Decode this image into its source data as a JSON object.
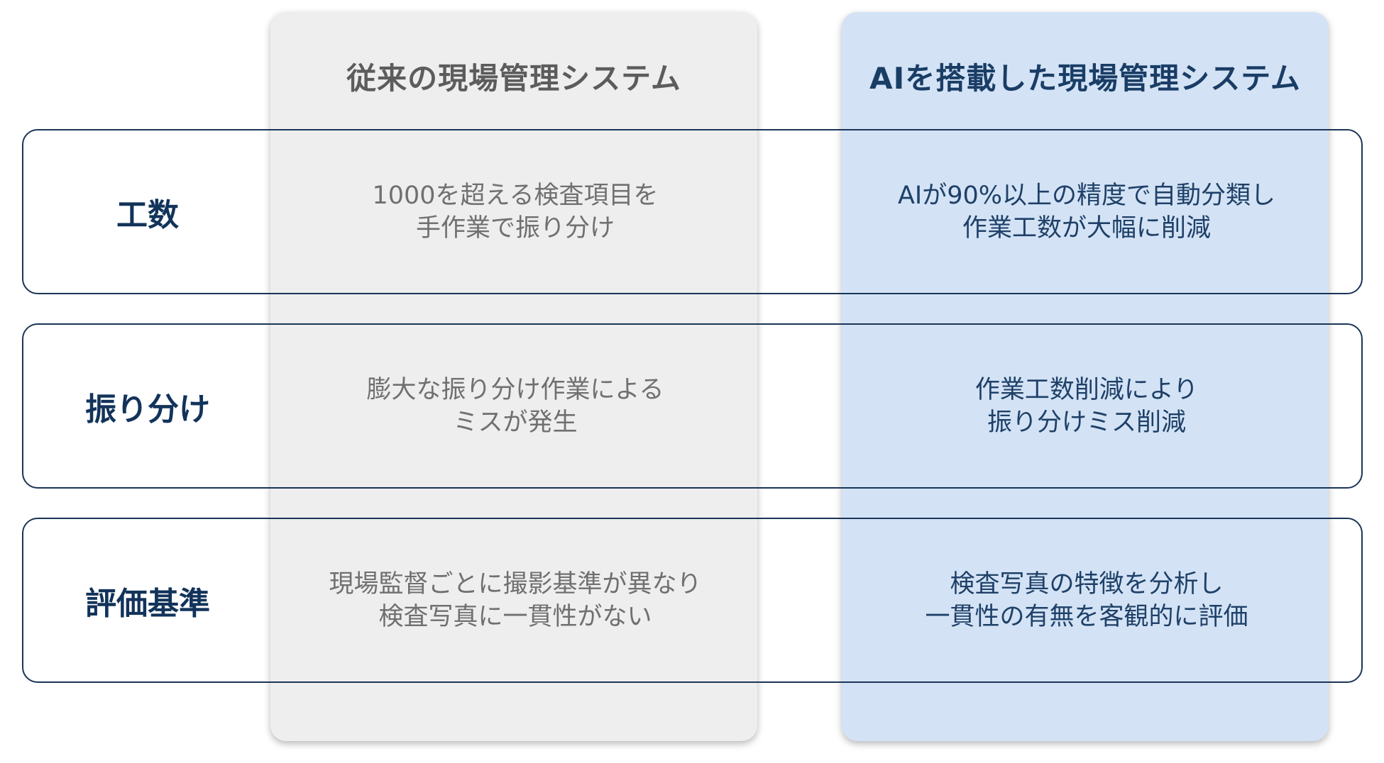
{
  "columns": {
    "conventional": {
      "title": "従来の現場管理システム"
    },
    "ai": {
      "title": "AIを搭載した現場管理システム"
    }
  },
  "rows": [
    {
      "label": "工数",
      "conventional": [
        "1000を超える検査項目を",
        "手作業で振り分け"
      ],
      "ai": [
        "AIが90%以上の精度で自動分類し",
        "作業工数が大幅に削減"
      ]
    },
    {
      "label": "振り分け",
      "conventional": [
        "膨大な振り分け作業による",
        "ミスが発生"
      ],
      "ai": [
        "作業工数削減により",
        "振り分けミス削減"
      ]
    },
    {
      "label": "評価基準",
      "conventional": [
        "現場監督ごとに撮影基準が異なり",
        "検査写真に一貫性がない"
      ],
      "ai": [
        "検査写真の特徴を分析し",
        "一貫性の有無を客観的に評価"
      ]
    }
  ]
}
